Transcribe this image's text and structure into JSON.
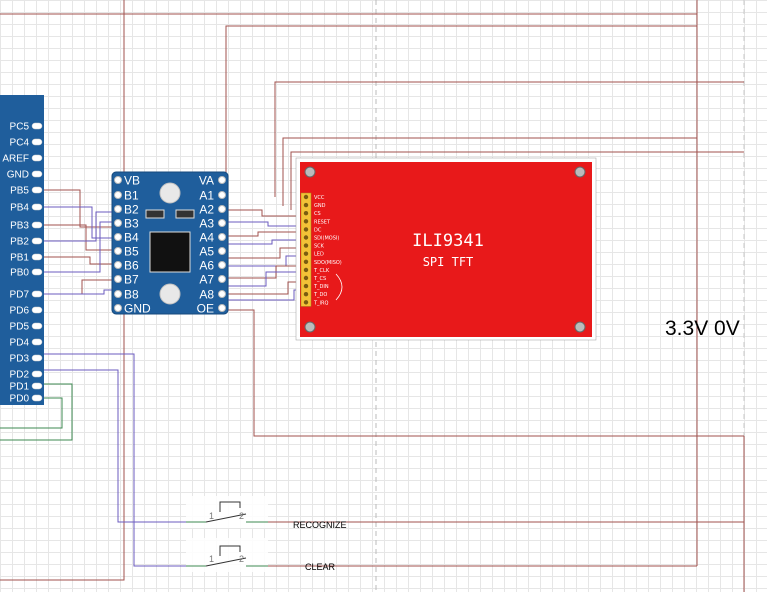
{
  "mcu": {
    "pins": [
      "PC5",
      "PC4",
      "AREF",
      "GND",
      "PB5",
      "PB4",
      "PB3",
      "PB2",
      "PB1",
      "PB0",
      "PD7",
      "PD6",
      "PD5",
      "PD4",
      "PD3",
      "PD2",
      "PD1",
      "PD0"
    ]
  },
  "level_shifter": {
    "left_pins": [
      "VB",
      "B1",
      "B2",
      "B3",
      "B4",
      "B5",
      "B6",
      "B7",
      "B8",
      "GND"
    ],
    "right_pins": [
      "VA",
      "A1",
      "A2",
      "A3",
      "A4",
      "A5",
      "A6",
      "A7",
      "A8",
      "OE"
    ]
  },
  "tft": {
    "title": "ILI9341",
    "subtitle": "SPI TFT",
    "pins": [
      "VCC",
      "GND",
      "CS",
      "RESET",
      "DC",
      "SDI(MOSI)",
      "SCK",
      "LED",
      "SDO(MISO)",
      "T_CLK",
      "T_CS",
      "T_DIN",
      "T_DO",
      "T_IRQ"
    ]
  },
  "buttons": [
    {
      "label": "RECOGNIZE",
      "left_num": "1",
      "right_num": "2"
    },
    {
      "label": "CLEAR",
      "left_num": "1",
      "right_num": "2"
    }
  ],
  "rail_label": "3.3V 0V",
  "colors": {
    "grid": "#e4e4e4",
    "red_wire": "#a0524e",
    "purple_wire": "#6b5bbf",
    "green_wire": "#3e8a52",
    "pcb_blue": "#1f5e9c",
    "tft_red": "#e8191a"
  }
}
